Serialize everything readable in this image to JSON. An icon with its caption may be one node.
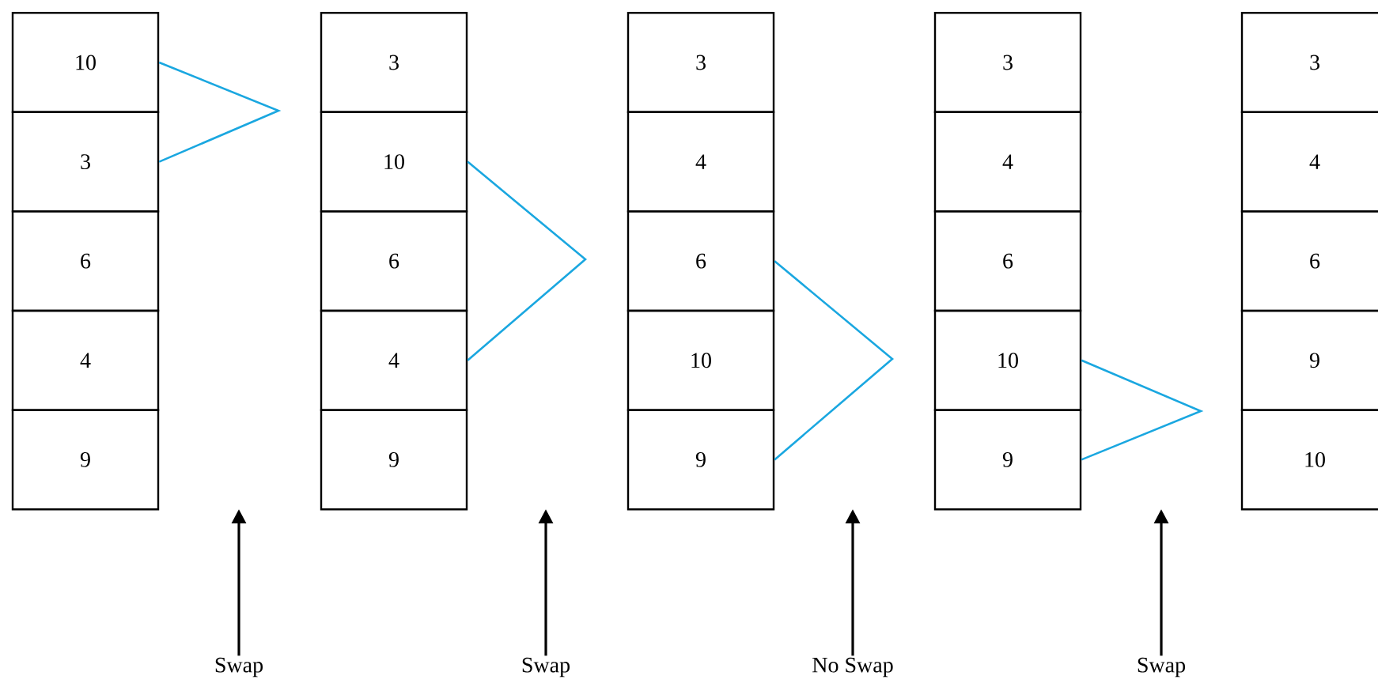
{
  "diagram": {
    "nodes": [
      {
        "text": [
          "10"
        ]
      },
      {
        "text": [
          "3"
        ]
      },
      {
        "text": [
          "6"
        ]
      },
      {
        "text": [
          "4"
        ]
      },
      {
        "text": [
          "9"
        ]
      },
      {
        "text": [
          "3"
        ]
      },
      {
        "text": [
          "10"
        ]
      },
      {
        "text": [
          "6"
        ]
      },
      {
        "text": [
          "4"
        ]
      },
      {
        "text": [
          "9"
        ]
      },
      {
        "text": [
          "3"
        ]
      },
      {
        "text": [
          "4"
        ]
      },
      {
        "text": [
          "6"
        ]
      },
      {
        "text": [
          "10"
        ]
      },
      {
        "text": [
          "9"
        ]
      },
      {
        "text": [
          "3"
        ]
      },
      {
        "text": [
          "4"
        ]
      },
      {
        "text": [
          "6"
        ]
      },
      {
        "text": [
          "10"
        ]
      },
      {
        "text": [
          "9"
        ]
      },
      {
        "text": [
          "3"
        ]
      },
      {
        "text": [
          "4"
        ]
      },
      {
        "text": [
          "6"
        ]
      },
      {
        "text": [
          "9"
        ]
      },
      {
        "text": [
          "10"
        ]
      },
      {
        "text": [
          "Swap"
        ]
      },
      {
        "text": [
          "Swap"
        ]
      },
      {
        "text": [
          "No Swap"
        ]
      },
      {
        "text": [
          "Swap"
        ]
      }
    ],
    "edges": [
      {
        "from": 0,
        "to": 1,
        "arrow": "none",
        "color": "#1aa7e0"
      },
      {
        "from": 6,
        "to": 8,
        "arrow": "none",
        "color": "#1aa7e0"
      },
      {
        "from": 12,
        "to": 14,
        "arrow": "none",
        "color": "#1aa7e0"
      },
      {
        "from": 18,
        "to": 19,
        "arrow": "none",
        "color": "#1aa7e0"
      },
      {
        "from": 25,
        "to": null,
        "arrow": "to",
        "color": "#000000"
      },
      {
        "from": 26,
        "to": null,
        "arrow": "to",
        "color": "#000000"
      },
      {
        "from": 27,
        "to": null,
        "arrow": "to",
        "color": "#000000"
      },
      {
        "from": 28,
        "to": null,
        "arrow": "to",
        "color": "#000000"
      }
    ]
  }
}
